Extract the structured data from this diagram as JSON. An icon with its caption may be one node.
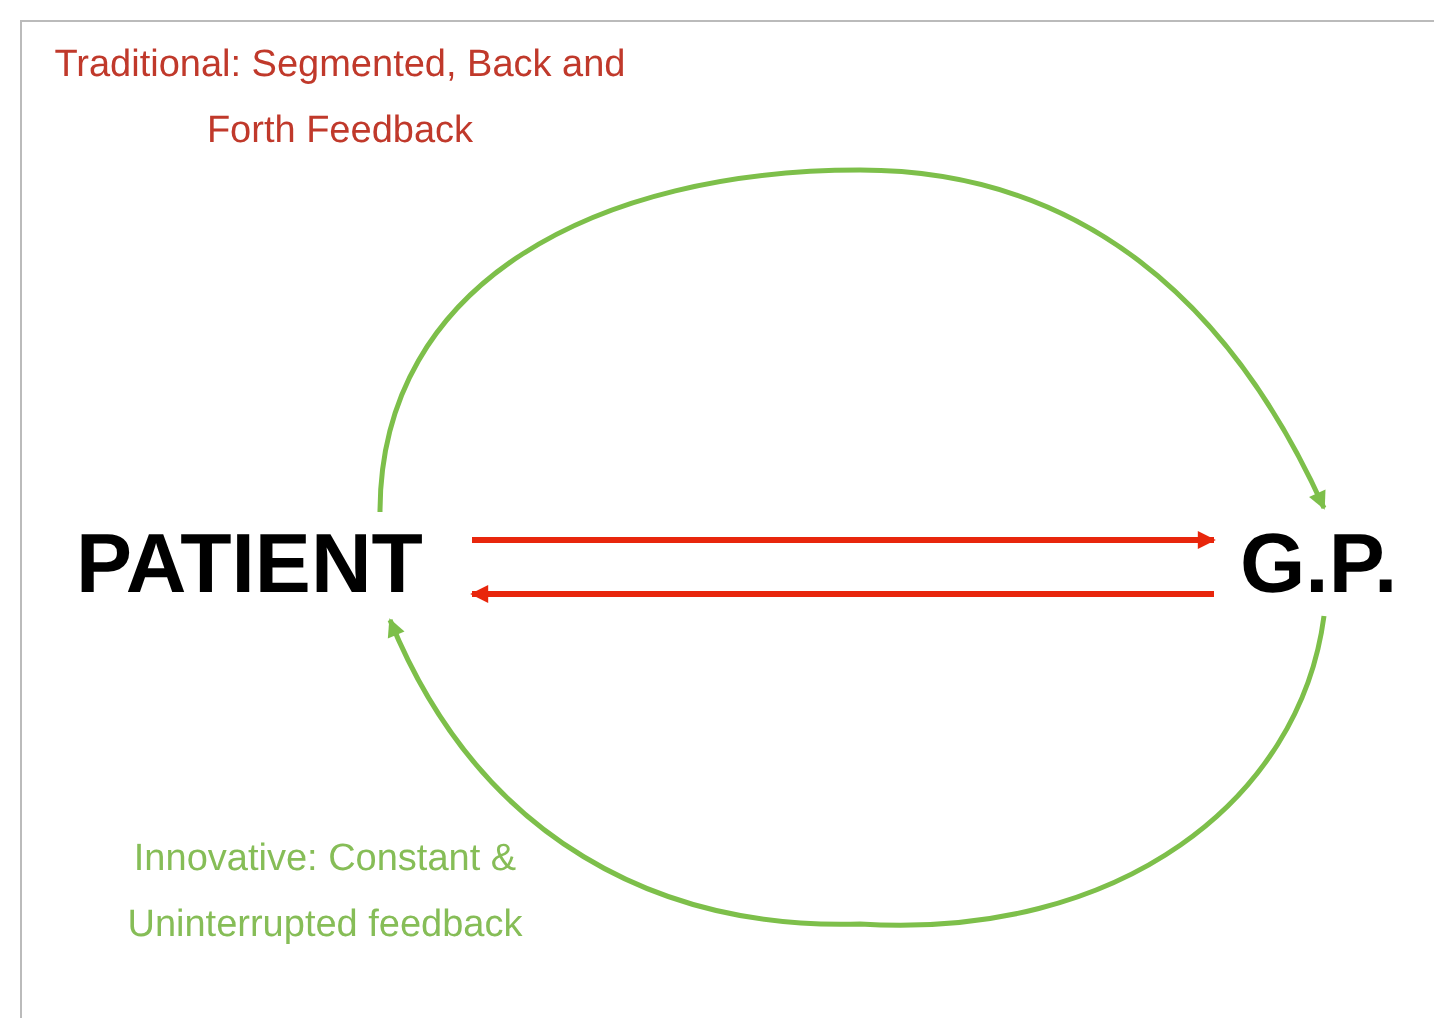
{
  "diagram": {
    "nodes": [
      {
        "text": [
          "PATIENT"
        ]
      },
      {
        "text": [
          "G.P."
        ]
      }
    ],
    "edges": [
      {
        "from": 0,
        "to": 1,
        "arrow": "to",
        "color": "#e8260c"
      },
      {
        "from": 1,
        "to": 0,
        "arrow": "to",
        "color": "#e8260c"
      },
      {
        "from": 0,
        "to": 1,
        "arrow": "to",
        "color": "#7dbf4a"
      },
      {
        "from": 1,
        "to": 0,
        "arrow": "to",
        "color": "#7dbf4a"
      }
    ],
    "labels": [
      "Traditional: Segmented, Back and Forth Feedback",
      "Innovative: Constant & Uninterrupted feedback"
    ]
  }
}
